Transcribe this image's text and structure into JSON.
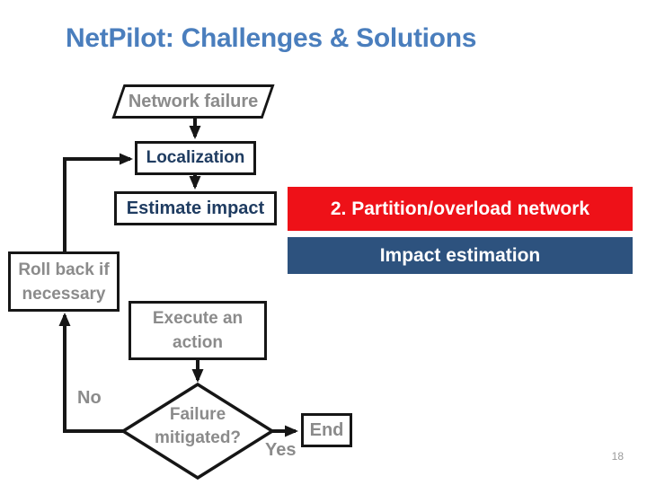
{
  "slide": {
    "title": "NetPilot: Challenges & Solutions",
    "page_number": "18"
  },
  "colors": {
    "title_blue": "#4a7ebd",
    "node_text_navy": "#1f3c61",
    "node_text_gray": "#8b8b8b",
    "callout_red": "#ee1118",
    "callout_navy": "#2d527e",
    "line_black": "#161616"
  },
  "flowchart": {
    "nodes": {
      "network_failure": "Network failure",
      "localization": "Localization",
      "estimate_impact": "Estimate impact",
      "roll_back": "Roll back if necessary",
      "execute_action": "Execute an action",
      "end": "End"
    },
    "decision": {
      "line1": "Failure",
      "line2": "mitigated?"
    },
    "edge_labels": {
      "no": "No",
      "yes": "Yes"
    }
  },
  "callouts": {
    "partition": "2. Partition/overload network",
    "impact_estimation": "Impact estimation"
  }
}
